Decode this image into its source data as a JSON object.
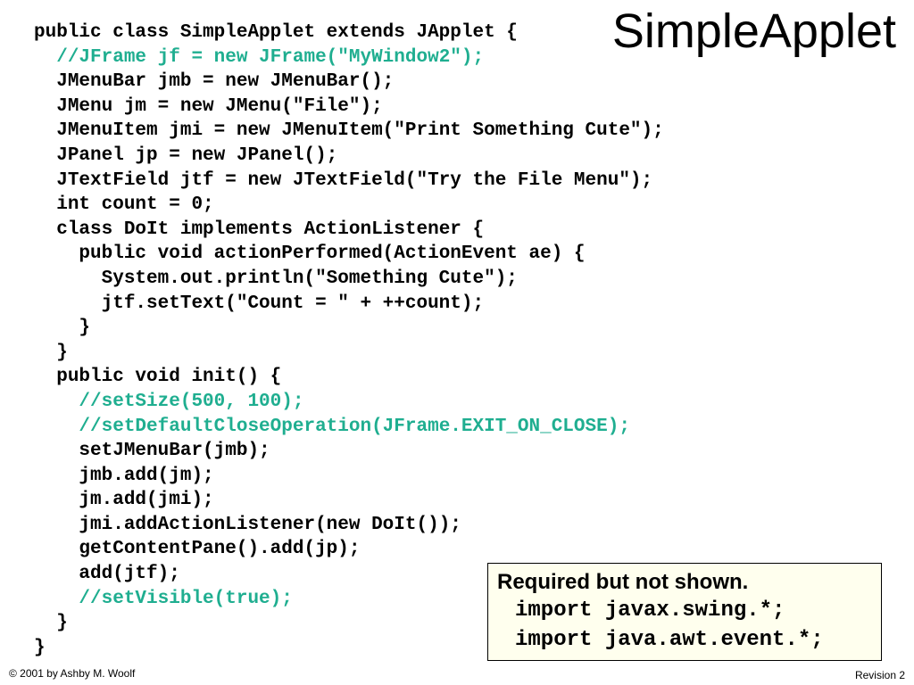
{
  "slide": {
    "title": "SimpleApplet",
    "code_lines": [
      {
        "indent": "",
        "text": "public class SimpleApplet extends JApplet {",
        "comment": false
      },
      {
        "indent": "  ",
        "text": "//JFrame jf = new JFrame(\"MyWindow2\");",
        "comment": true
      },
      {
        "indent": "  ",
        "text": "JMenuBar jmb = new JMenuBar();",
        "comment": false
      },
      {
        "indent": "  ",
        "text": "JMenu jm = new JMenu(\"File\");",
        "comment": false
      },
      {
        "indent": "  ",
        "text": "JMenuItem jmi = new JMenuItem(\"Print Something Cute\");",
        "comment": false
      },
      {
        "indent": "  ",
        "text": "JPanel jp = new JPanel();",
        "comment": false
      },
      {
        "indent": "  ",
        "text": "JTextField jtf = new JTextField(\"Try the File Menu\");",
        "comment": false
      },
      {
        "indent": "  ",
        "text": "int count = 0;",
        "comment": false
      },
      {
        "indent": "  ",
        "text": "class DoIt implements ActionListener {",
        "comment": false
      },
      {
        "indent": "    ",
        "text": "public void actionPerformed(ActionEvent ae) {",
        "comment": false
      },
      {
        "indent": "      ",
        "text": "System.out.println(\"Something Cute\");",
        "comment": false
      },
      {
        "indent": "      ",
        "text": "jtf.setText(\"Count = \" + ++count);",
        "comment": false
      },
      {
        "indent": "    ",
        "text": "}",
        "comment": false
      },
      {
        "indent": "  ",
        "text": "}",
        "comment": false
      },
      {
        "indent": "  ",
        "text": "public void init() {",
        "comment": false
      },
      {
        "indent": "    ",
        "text": "//setSize(500, 100);",
        "comment": true
      },
      {
        "indent": "    ",
        "text": "//setDefaultCloseOperation(JFrame.EXIT_ON_CLOSE);",
        "comment": true
      },
      {
        "indent": "    ",
        "text": "setJMenuBar(jmb);",
        "comment": false
      },
      {
        "indent": "    ",
        "text": "jmb.add(jm);",
        "comment": false
      },
      {
        "indent": "    ",
        "text": "jm.add(jmi);",
        "comment": false
      },
      {
        "indent": "    ",
        "text": "jmi.addActionListener(new DoIt());",
        "comment": false
      },
      {
        "indent": "    ",
        "text": "getContentPane().add(jp);",
        "comment": false
      },
      {
        "indent": "    ",
        "text": "add(jtf);",
        "comment": false
      },
      {
        "indent": "    ",
        "text": "//setVisible(true);",
        "comment": true
      },
      {
        "indent": "  ",
        "text": "}",
        "comment": false
      },
      {
        "indent": "",
        "text": "}",
        "comment": false
      }
    ],
    "note": {
      "heading": "Required but not shown.",
      "lines": [
        "import javax.swing.*;",
        "import java.awt.event.*;"
      ]
    },
    "footer": {
      "left": "© 2001 by Ashby M. Woolf",
      "right": "Revision 2"
    },
    "colors": {
      "text": "#000000",
      "comment": "#1fae90",
      "note_background": "#ffffee",
      "background": "#ffffff"
    }
  }
}
